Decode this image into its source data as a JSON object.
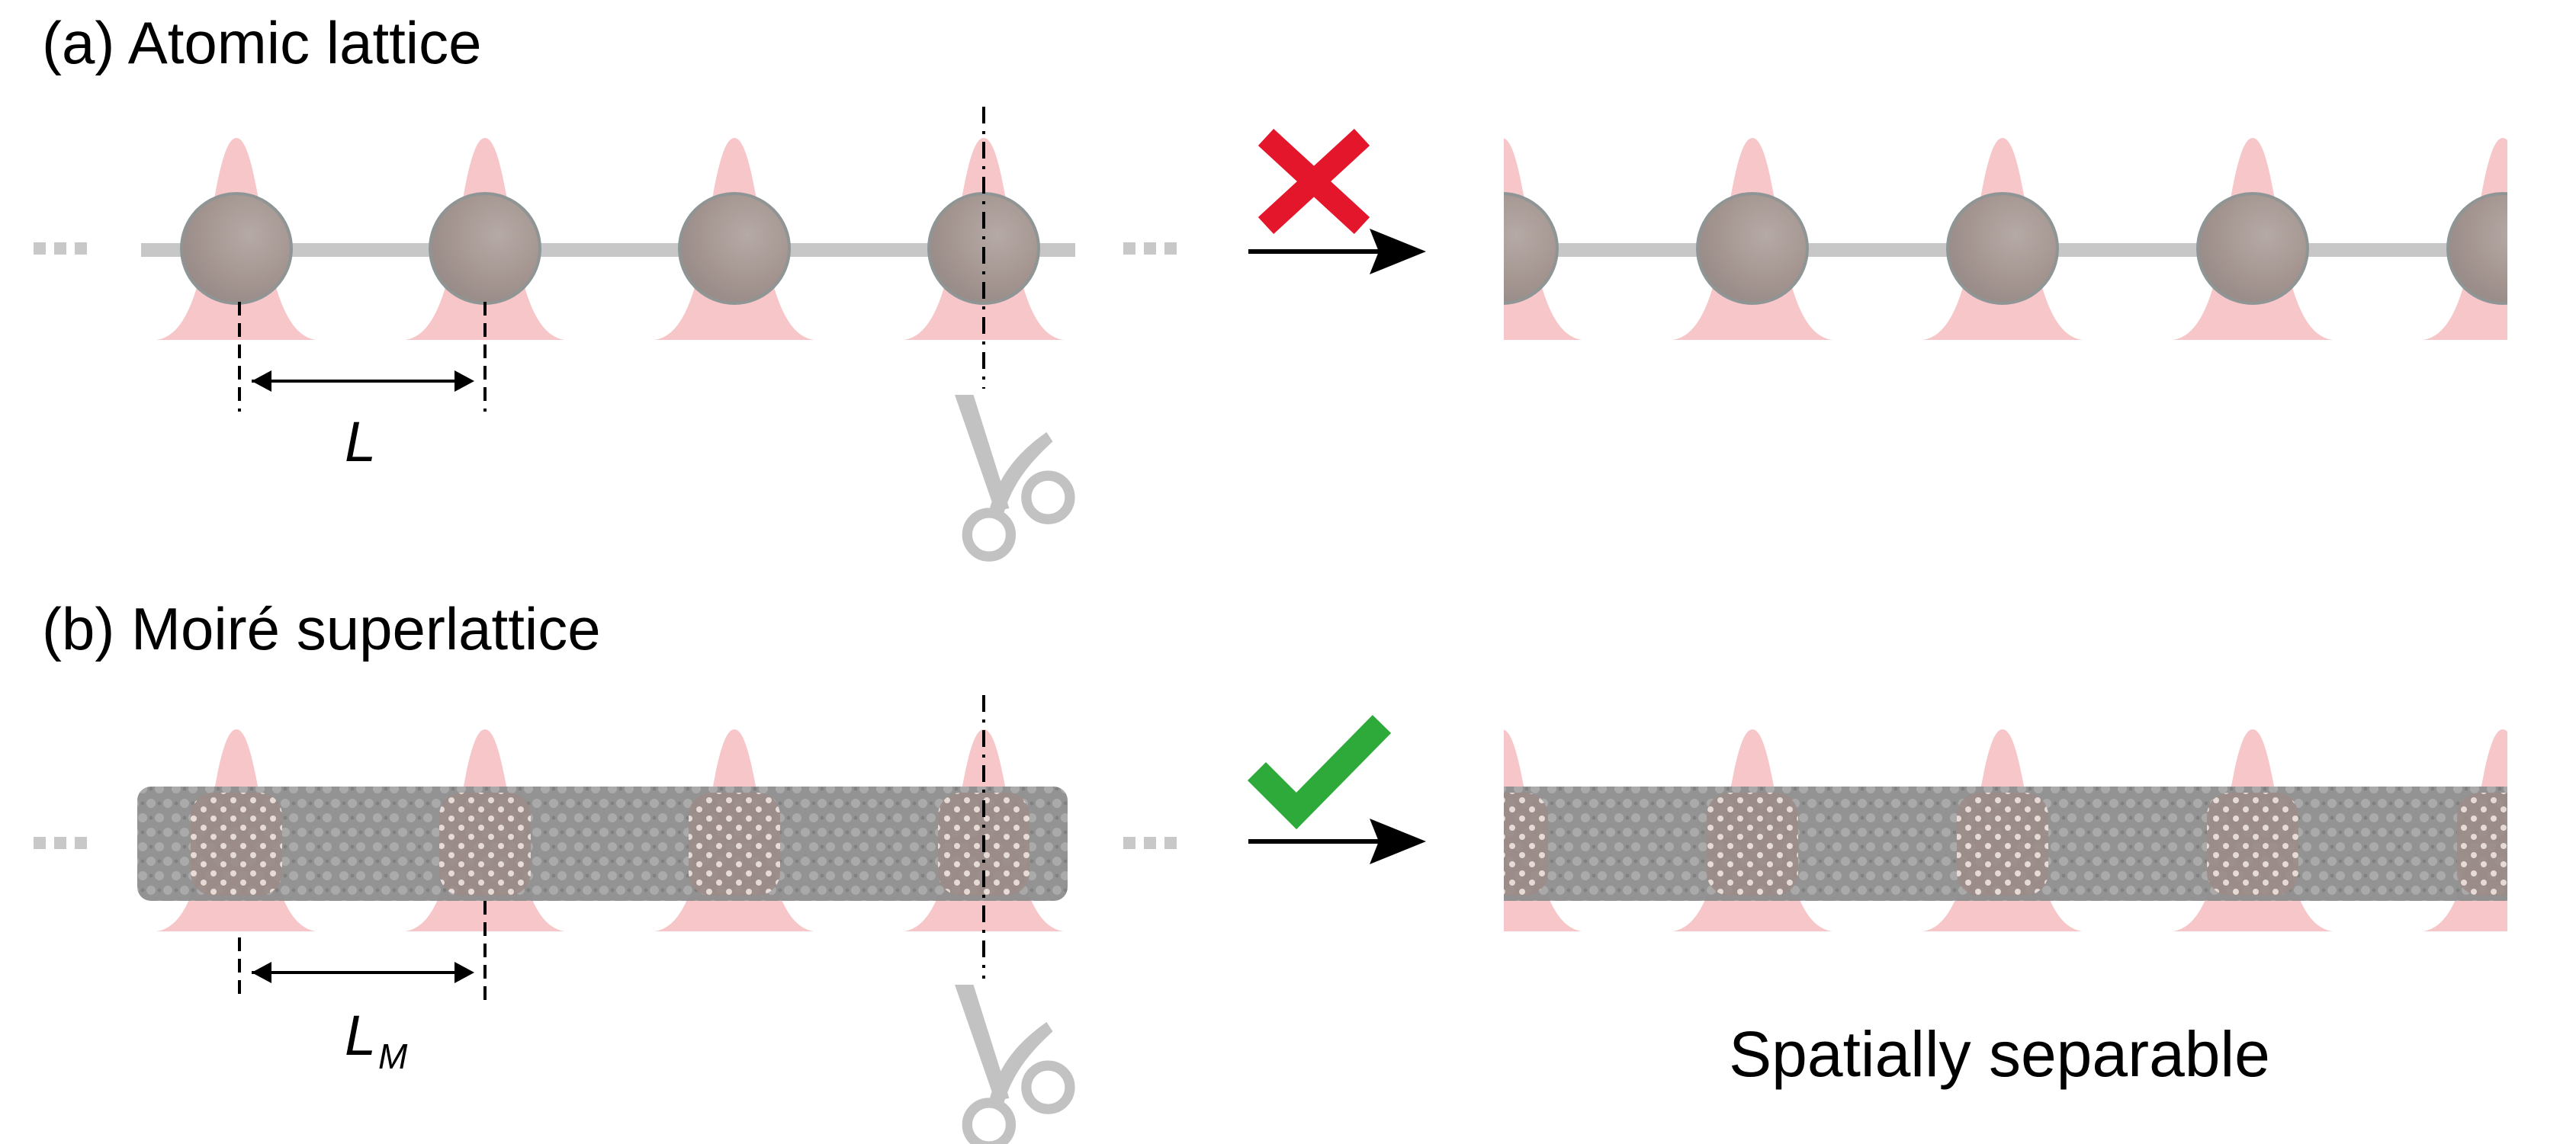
{
  "panels": {
    "a": {
      "label": "(a) Atomic lattice",
      "spacing_label": "L",
      "result": "not-separable",
      "result_icon": "red-cross-icon"
    },
    "b": {
      "label": "(b) Moiré superlattice",
      "spacing_label_main": "L",
      "spacing_label_sub": "M",
      "result": "separable",
      "result_icon": "green-check-icon",
      "caption": "Spatially separable"
    }
  },
  "icons": [
    "ellipsis-icon",
    "scissors-icon",
    "arrow-right-icon",
    "red-cross-icon",
    "green-check-icon"
  ],
  "colors": {
    "wavefunction": "#f7c6c8",
    "atom": "#a39590",
    "atom_edge": "#8f9595",
    "chain": "#c7c7c7",
    "moire_band": "#8a8a8a",
    "cross": "#e3162b",
    "check": "#2eaa3a",
    "scissors": "#c2c2c2",
    "ellipsis": "#c8c8c8"
  }
}
